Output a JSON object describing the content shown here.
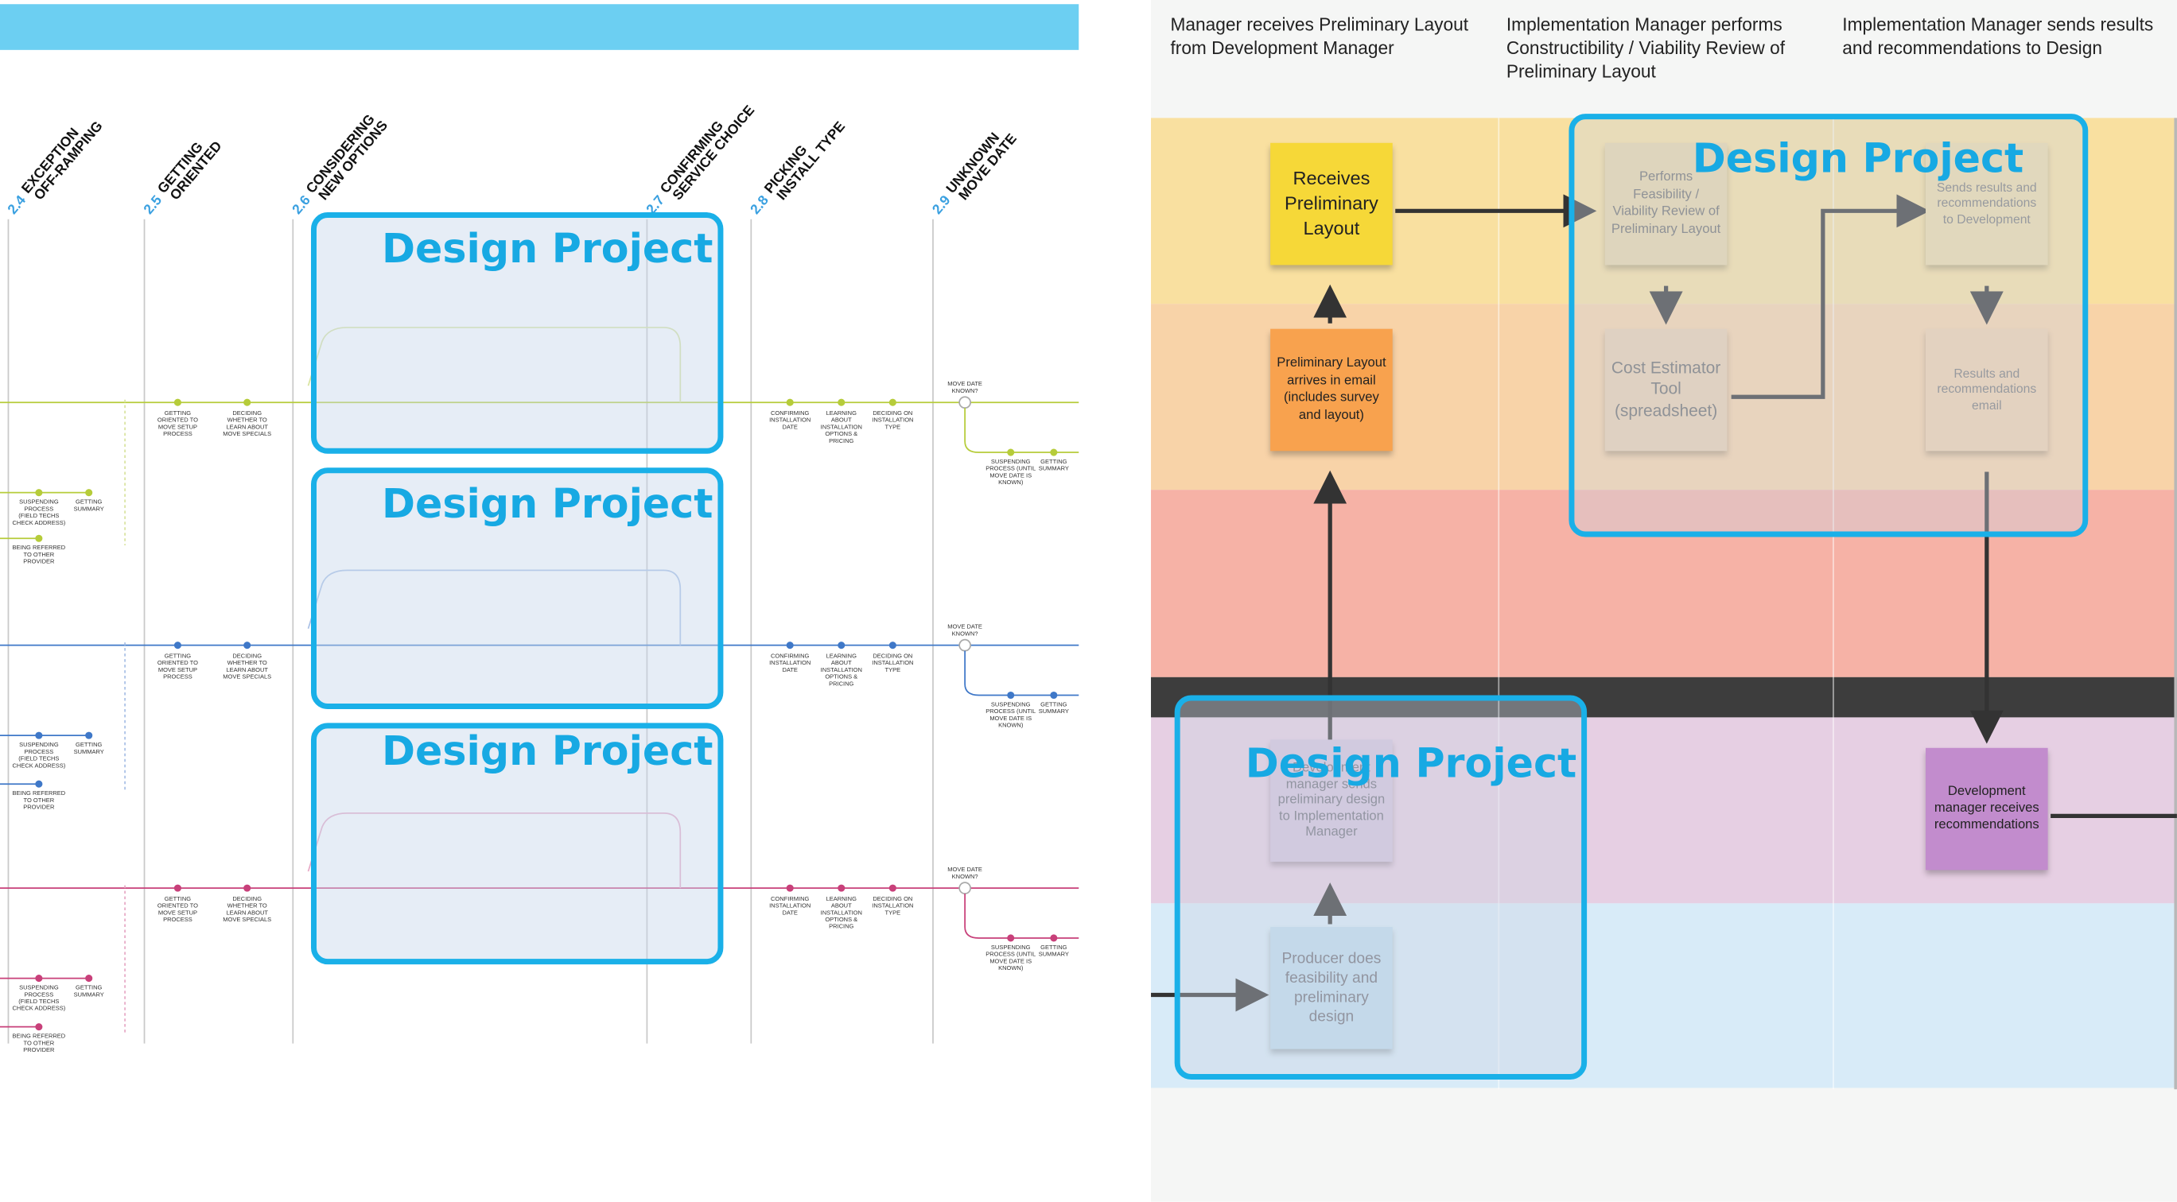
{
  "overlay_label": "Design Project",
  "left_panel": {
    "phases": [
      {
        "num": "2.4",
        "title": [
          "EXCEPTION",
          "OFF-RAMPING"
        ]
      },
      {
        "num": "2.5",
        "title": [
          "GETTING",
          "ORIENTED"
        ]
      },
      {
        "num": "2.6",
        "title": [
          "CONSIDERING",
          "NEW OPTIONS"
        ]
      },
      {
        "num": "2.7",
        "title": [
          "CONFIRMING",
          "SERVICE CHOICE"
        ]
      },
      {
        "num": "2.8",
        "title": [
          "PICKING",
          "INSTALL TYPE"
        ]
      },
      {
        "num": "2.9",
        "title": [
          "UNKNOWN",
          "MOVE DATE"
        ]
      }
    ],
    "journey_nodes": [
      {
        "lines": [
          "GETTING",
          "ORIENTED TO",
          "MOVE SETUP",
          "PROCESS"
        ]
      },
      {
        "lines": [
          "DECIDING",
          "WHETHER TO",
          "LEARN ABOUT",
          "MOVE SPECIALS"
        ]
      },
      {
        "lines": [
          "CONFIRMING",
          "INSTALLATION",
          "DATE"
        ]
      },
      {
        "lines": [
          "LEARNING",
          "ABOUT",
          "INSTALLATION",
          "OPTIONS &",
          "PRICING"
        ]
      },
      {
        "lines": [
          "DECIDING ON",
          "INSTALLATION",
          "TYPE"
        ]
      }
    ],
    "exception_nodes": [
      {
        "lines": [
          "SUSPENDING",
          "PROCESS",
          "(FIELD TECHS",
          "CHECK ADDRESS)"
        ]
      },
      {
        "lines": [
          "GETTING",
          "SUMMARY"
        ]
      },
      {
        "lines": [
          "BEING REFERRED",
          "TO OTHER",
          "PROVIDER"
        ]
      }
    ],
    "unknown_nodes": [
      {
        "lines": [
          "SUSPENDING",
          "PROCESS (UNTIL",
          "MOVE DATE IS",
          "KNOWN)"
        ]
      },
      {
        "lines": [
          "GETTING",
          "SUMMARY"
        ]
      }
    ],
    "move_date_known": [
      "MOVE DATE",
      "KNOWN?"
    ]
  },
  "right_panel": {
    "columns": [
      "Manager receives Preliminary Layout from Development Manager",
      "Implementation Manager performs Constructibility / Viability Review of Preliminary Layout",
      "Implementation Manager sends results and recommendations to Design"
    ],
    "notes": {
      "receives": "Receives Preliminary Layout",
      "arrives": "Preliminary Layout arrives in email (includes survey and layout)",
      "performs": "Performs Feasibility / Viability Review of Preliminary Layout",
      "cost": "Cost Estimator Tool (spreadsheet)",
      "sends": "Sends results and recommendations to Development",
      "results_email": "Results and recommendations email",
      "sends_design": "Development manager sends preliminary design to Implementation Manager",
      "producer": "Producer does feasibility and preliminary design",
      "dev_receives": "Development manager receives recommendations"
    },
    "colors": {
      "lane_yellow": "#f9e0a0",
      "lane_orange": "#f8d3a8",
      "lane_red": "#f6b2a6",
      "lane_dark": "#3d3d3d",
      "lane_purple": "#e6cfe3",
      "lane_blue": "#d8ebf8",
      "accent": "#1ab0e8"
    }
  }
}
